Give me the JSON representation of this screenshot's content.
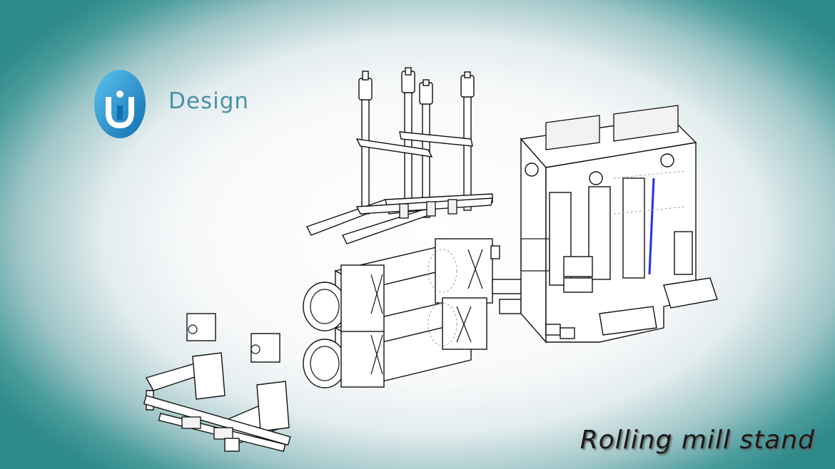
{
  "brand": {
    "name": "Design",
    "logo_letter": "U"
  },
  "caption": "Rolling mill stand",
  "colors": {
    "frame_teal": "#2f8a8a",
    "brand_blue": "#4a90a8",
    "logo_blue": "#1a8fcf",
    "highlight_blue": "#2233dd"
  }
}
